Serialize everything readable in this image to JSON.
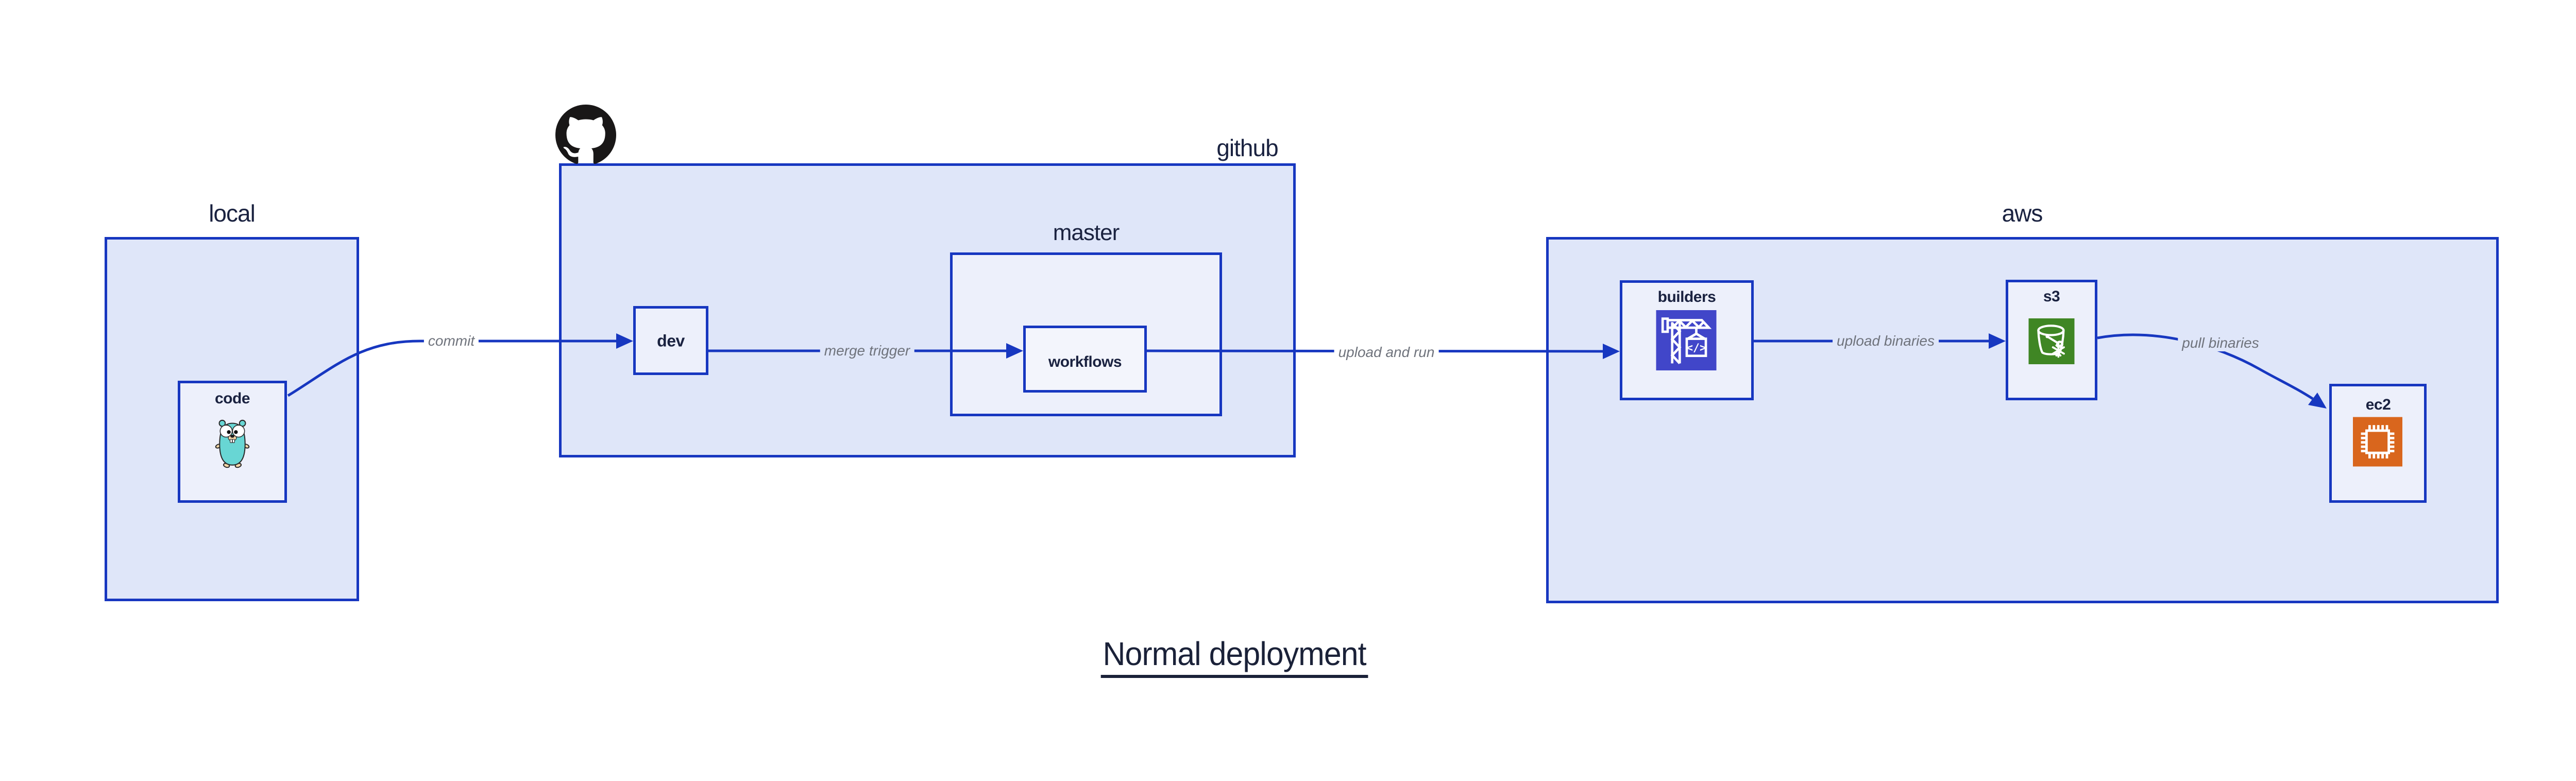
{
  "diagram_title": "Normal deployment",
  "groups": {
    "local": {
      "label": "local"
    },
    "github": {
      "label": "github"
    },
    "master": {
      "label": "master"
    },
    "aws": {
      "label": "aws"
    }
  },
  "nodes": {
    "code": {
      "label": "code",
      "icon": "go-gopher-icon"
    },
    "dev": {
      "label": "dev"
    },
    "workflows": {
      "label": "workflows"
    },
    "builders": {
      "label": "builders",
      "icon": "codebuild-crane-icon"
    },
    "s3": {
      "label": "s3",
      "icon": "s3-bucket-snowflake-icon"
    },
    "ec2": {
      "label": "ec2",
      "icon": "ec2-chip-icon"
    }
  },
  "edges": [
    {
      "from": "code",
      "to": "dev",
      "label": "commit"
    },
    {
      "from": "dev",
      "to": "workflows",
      "label": "merge trigger"
    },
    {
      "from": "workflows",
      "to": "builders",
      "label": "upload and run"
    },
    {
      "from": "builders",
      "to": "s3",
      "label": "upload binaries"
    },
    {
      "from": "s3",
      "to": "ec2",
      "label": "pull binaries"
    }
  ],
  "icons": {
    "github_logo": "github-octocat-icon"
  },
  "colors": {
    "box_border": "#1737c0",
    "arrow": "#1737c0",
    "group_fill": "#dfe6f9",
    "node_fill": "#edf0fb",
    "inner_node_fill": "#f3f5fc",
    "label_text": "#1a2240",
    "edge_label_text": "#6f737c",
    "title_text": "#1a2138",
    "octocat_black": "#191717",
    "gopher_teal": "#68d6d4",
    "builders_icon_indigo": "#4146c9",
    "s3_icon_green": "#3f8624",
    "ec2_icon_orange": "#d9661d"
  }
}
